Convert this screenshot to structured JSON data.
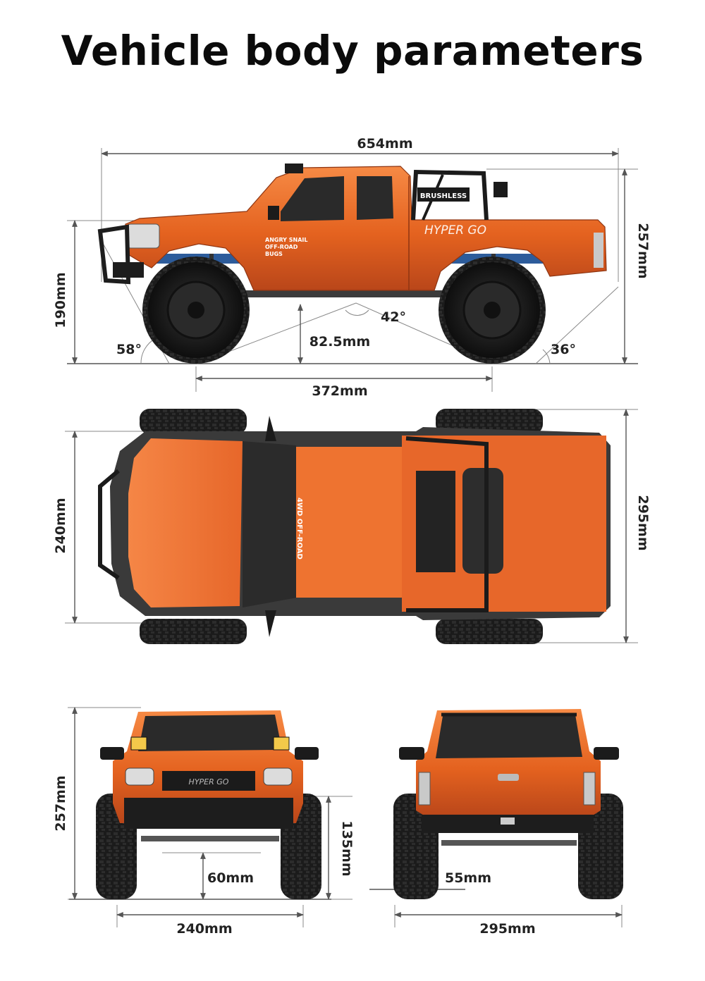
{
  "title": "Vehicle body parameters",
  "colors": {
    "body": "#e4621f",
    "body_light": "#f37a33",
    "body_dark": "#b6431a",
    "tire": "#1b1b1b",
    "rim": "#2a2a2a",
    "chassis": "#3b3b3b",
    "dim_line": "#555555",
    "blue_frame": "#2d5c9b"
  },
  "side_view": {
    "length": "654mm",
    "height": "257mm",
    "rear_height": "190mm",
    "ground_clearance": "82.5mm",
    "wheelbase": "372mm",
    "approach_angle": "58°",
    "breakover_angle": "42°",
    "departure_angle": "36°",
    "decal_roll_bar": "BRUSHLESS",
    "decal_bed": "HYPER GO",
    "decal_door_1": "ANGRY SNAIL",
    "decal_door_2": "OFF-ROAD",
    "decal_door_3": "BUGS"
  },
  "top_view": {
    "width_front": "240mm",
    "width_rear": "295mm",
    "decal_hood": "4WD OFF-ROAD"
  },
  "front_view": {
    "height": "257mm",
    "axle_height": "135mm",
    "clearance": "60mm",
    "track": "240mm",
    "decal_grille": "HYPER GO"
  },
  "rear_view": {
    "clearance": "55mm",
    "track": "295mm"
  }
}
